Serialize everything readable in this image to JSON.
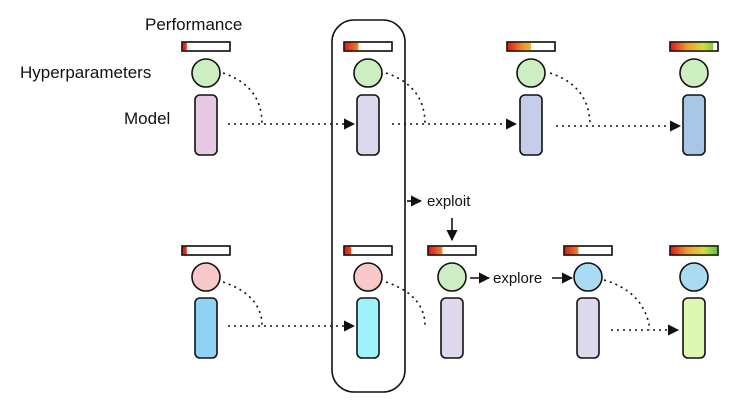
{
  "labels": {
    "performance": "Performance",
    "hyperparameters": "Hyperparameters",
    "model": "Model",
    "exploit": "exploit",
    "explore": "explore"
  },
  "colors": {
    "stroke": "#111111",
    "hyper_green": "#cdeec0",
    "hyper_pink": "#f9c9c9",
    "hyper_blue": "#a9dcf3",
    "model_pink": "#e8c9e4",
    "model_lavender": "#ddd8ec",
    "model_periwinkle": "#c6cdec",
    "model_steel": "#a8c6e6",
    "model_sky": "#8fd2f4",
    "model_cyan": "#9ef3fb",
    "model_lime": "#def7b2"
  },
  "workers": [
    {
      "name": "top",
      "steps": [
        {
          "performance": 0.1,
          "hyper": "hyper_green",
          "model": "model_pink"
        },
        {
          "performance": 0.3,
          "hyper": "hyper_green",
          "model": "model_lavender"
        },
        {
          "performance": 0.5,
          "hyper": "hyper_green",
          "model": "model_periwinkle"
        },
        {
          "performance": 0.9,
          "hyper": "hyper_green",
          "model": "model_steel"
        }
      ]
    },
    {
      "name": "bottom",
      "steps": [
        {
          "performance": 0.1,
          "hyper": "hyper_pink",
          "model": "model_sky"
        },
        {
          "performance": 0.15,
          "hyper": "hyper_pink",
          "model": "model_cyan"
        },
        {
          "performance": 0.3,
          "hyper": "hyper_green",
          "model": "model_lavender"
        },
        {
          "performance": 0.3,
          "hyper": "hyper_blue",
          "model": "model_lavender"
        },
        {
          "performance": 1.0,
          "hyper": "hyper_blue",
          "model": "model_lime"
        }
      ]
    }
  ]
}
